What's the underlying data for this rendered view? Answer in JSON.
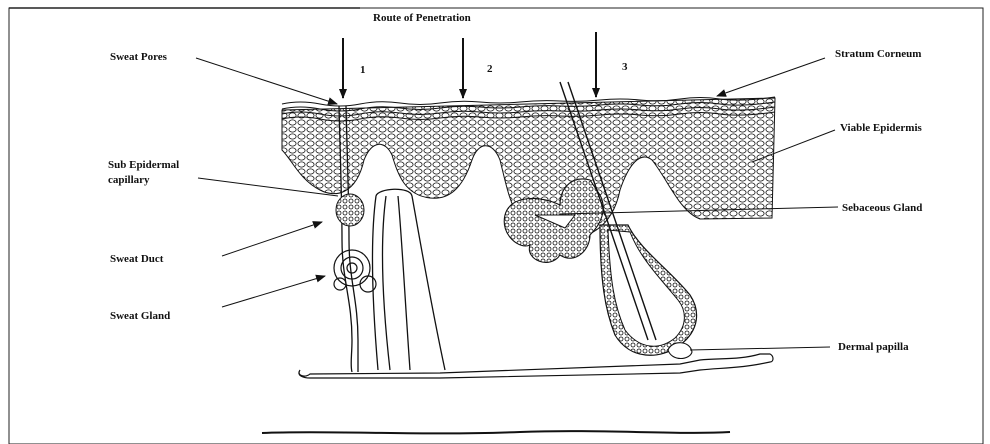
{
  "title": "Route of Penetration",
  "routes": [
    "1",
    "2",
    "3"
  ],
  "labels": {
    "sweat_pores": "Sweat Pores",
    "stratum_corneum": "Stratum Corneum",
    "viable_epidermis": "Viable Epidermis",
    "sub_epidermal_1": "Sub Epidermal",
    "sub_epidermal_2": "capillary",
    "sebaceous_gland": "Sebaceous Gland",
    "sweat_duct": "Sweat Duct",
    "sweat_gland": "Sweat Gland",
    "dermal_papilla": "Dermal papilla"
  }
}
